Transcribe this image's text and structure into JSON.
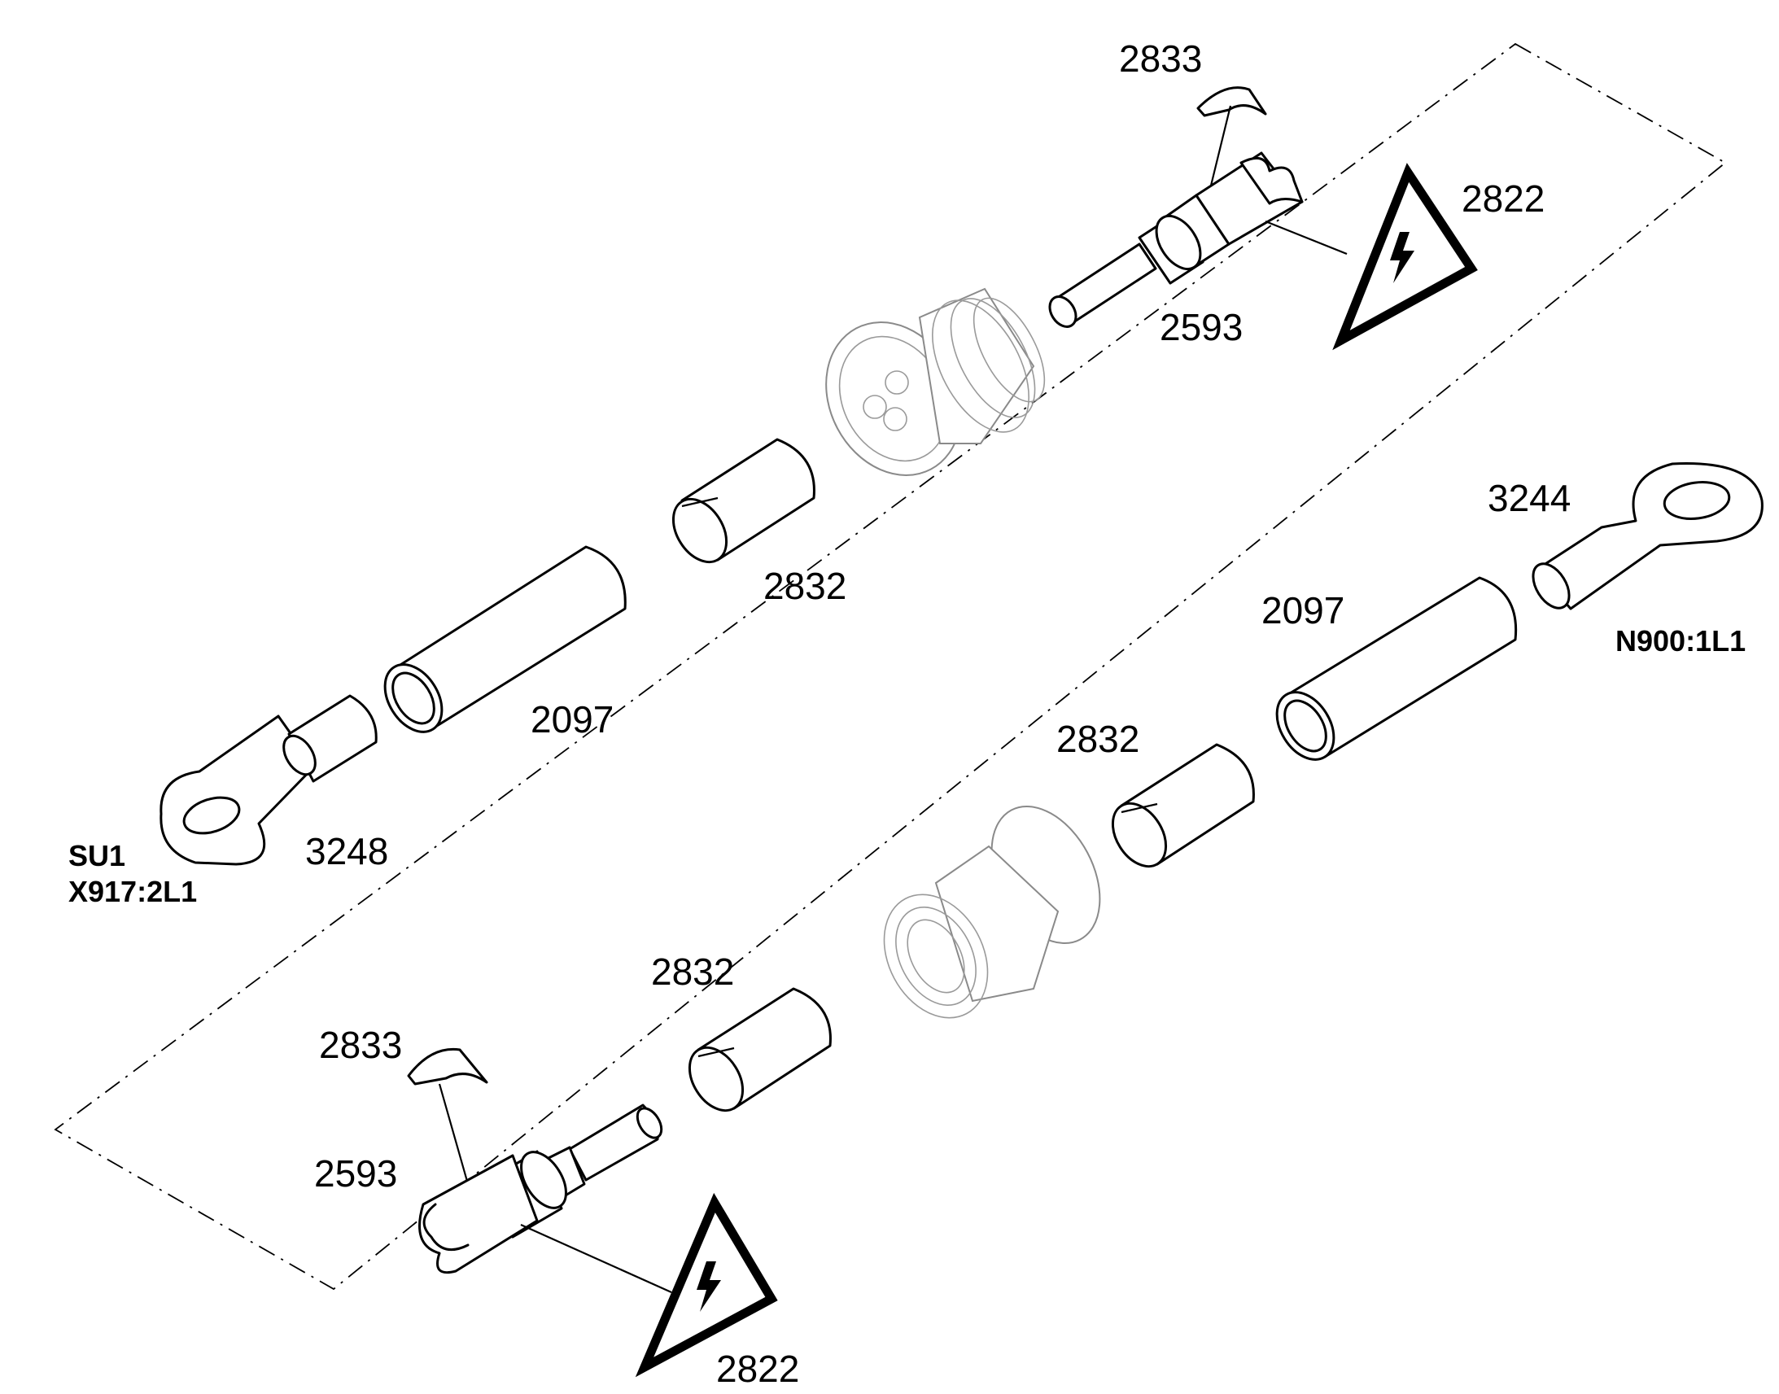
{
  "labels": {
    "top_2833": "2833",
    "top_2822": "2822",
    "top_2593": "2593",
    "top_2832": "2832",
    "left_2097": "2097",
    "left_3248": "3248",
    "su1": "SU1",
    "x917": "X917:2L1",
    "right_3244": "3244",
    "n900": "N900:1L1",
    "right_2097": "2097",
    "mid_2832": "2832",
    "bottom_2832": "2832",
    "bottom_2833": "2833",
    "bottom_2593": "2593",
    "bottom_2822": "2822"
  },
  "icons": {
    "warning": "high-voltage-warning-icon",
    "gland": "cable-gland-icon",
    "lug": "ring-terminal-icon",
    "tube": "insulation-tube-icon"
  }
}
